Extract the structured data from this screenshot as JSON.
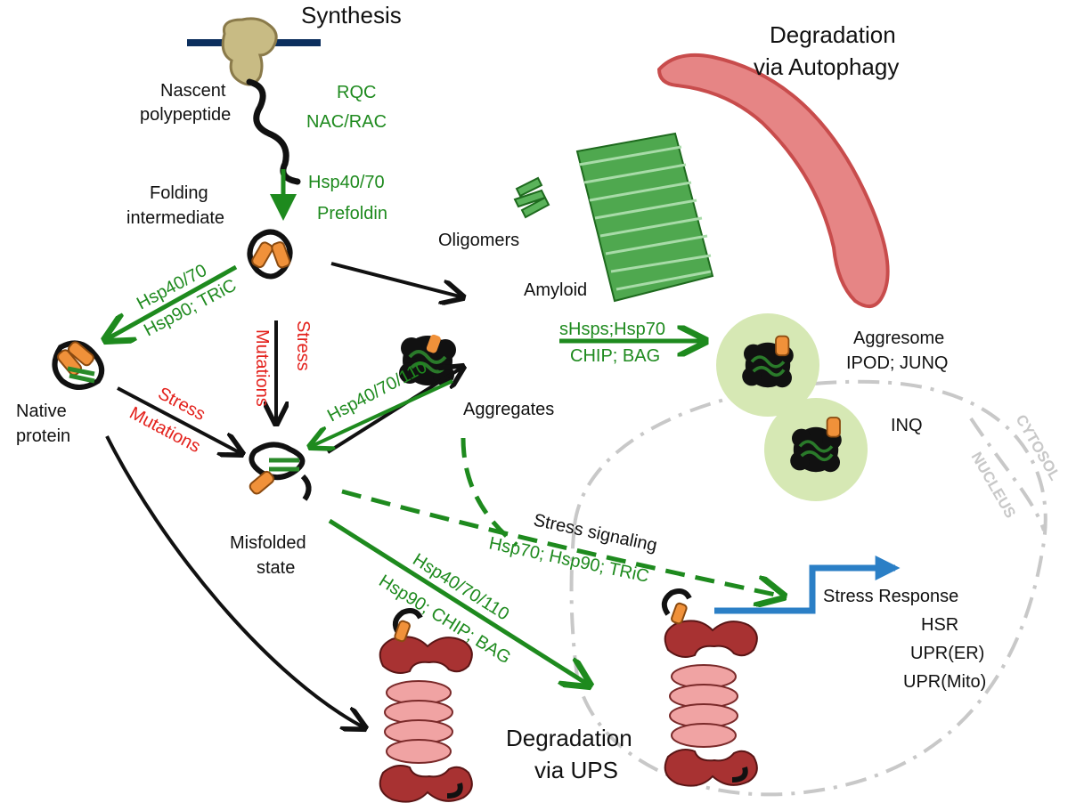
{
  "colors": {
    "black": "#111111",
    "green": "#1e8a1e",
    "red": "#e3201b",
    "blue": "#2b7fc6",
    "gray": "#c8c8c8",
    "orange": "#f0913a",
    "ribosome": "#c8bb84",
    "membrane": "#0c2f5e",
    "autophagy": "#e06a6a",
    "aggresome_bg": "#d6e8b4",
    "proteasome": "#a83232",
    "proteasome_ring": "#f0a3a3"
  },
  "labels": {
    "synthesis": "Synthesis",
    "nascent": [
      "Nascent",
      "polypeptide"
    ],
    "rqc": "RQC",
    "nac_rac": "NAC/RAC",
    "hsp40_70_a": "Hsp40/70",
    "prefoldin": "Prefoldin",
    "folding": [
      "Folding",
      "intermediate"
    ],
    "oligomers": "Oligomers",
    "amyloid": "Amyloid",
    "degradation_autophagy": [
      "Degradation",
      "via Autophagy"
    ],
    "hsp40_70_b": "Hsp40/70",
    "hsp90_tric": "Hsp90; TRiC",
    "mutations_v": "Mutations",
    "stress_v": "Stress",
    "native": [
      "Native",
      "protein"
    ],
    "stress_diag": "Stress",
    "mutations_diag": "Mutations",
    "hsp40_70_110_a": "Hsp40/70/110",
    "aggregates": "Aggregates",
    "shsps_hsp70": "sHsps;Hsp70",
    "chip_bag_a": "CHIP; BAG",
    "aggresome": [
      "Aggresome",
      "IPOD; JUNQ"
    ],
    "inq": "INQ",
    "cytosol": "CYTOSOL",
    "nucleus": "NUCLEUS",
    "misfolded": [
      "Misfolded",
      "state"
    ],
    "stress_signaling": "Stress signaling",
    "hsp70_hsp90_tric": "Hsp70; Hsp90; TRiC",
    "hsp40_70_110_b": "Hsp40/70/110",
    "hsp90_chip_bag": "Hsp90; CHIP; BAG",
    "stress_response": "Stress Response",
    "hsr": "HSR",
    "upr_er": "UPR(ER)",
    "upr_mito": "UPR(Mito)",
    "degradation_ups": [
      "Degradation",
      "via UPS"
    ]
  }
}
